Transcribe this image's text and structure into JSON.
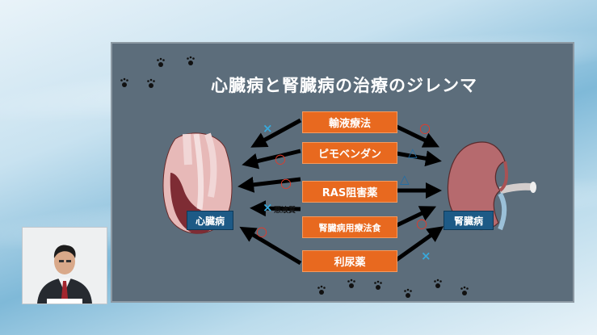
{
  "slide": {
    "title": "心臓病と腎臓病の治療のジレンマ",
    "treatments": [
      "輸液療法",
      "ピモベンダン",
      "RAS阻害薬",
      "腎臓病用療法食",
      "利尿薬"
    ],
    "heart_label": "心臓病",
    "kidney_label": "腎臓病",
    "note_label": "悪液質"
  },
  "symbols": {
    "effects": [
      {
        "treatment": "輸液療法",
        "heart": "×",
        "kidney": "○"
      },
      {
        "treatment": "ピモベンダン",
        "heart": "○",
        "kidney": "△"
      },
      {
        "treatment": "RAS阻害薬",
        "heart": "○",
        "kidney": "△"
      },
      {
        "treatment": "腎臓病用療法食",
        "heart": "×",
        "kidney": "○"
      },
      {
        "treatment": "利尿薬",
        "heart": "○",
        "kidney": "×"
      }
    ]
  },
  "colors": {
    "slide_bg": "#5c6d7b",
    "treatment_box": "#e8691f",
    "organ_label": "#1d5a86",
    "circle_mark": "#e23a2a",
    "cross_mark": "#38a9dc",
    "triangle_mark": "#1f6ea8",
    "arrow": "#000000"
  },
  "icons": [
    "paw-print-icon",
    "heart-illustration",
    "kidney-illustration"
  ]
}
